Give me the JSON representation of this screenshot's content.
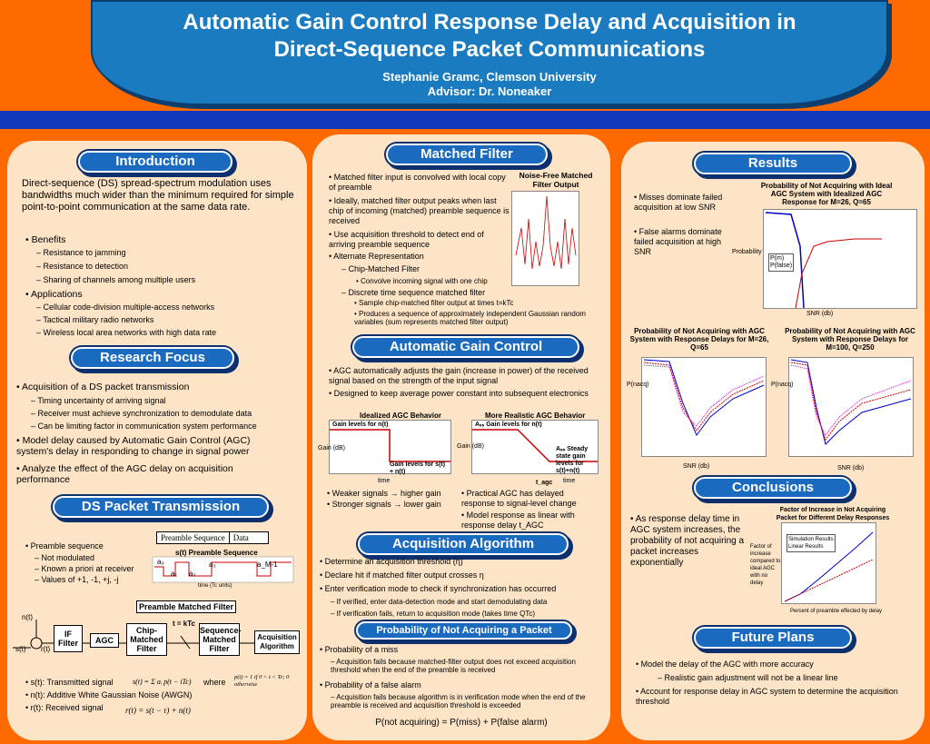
{
  "header": {
    "title_line1": "Automatic Gain Control Response Delay and Acquisition in",
    "title_line2": "Direct-Sequence Packet Communications",
    "author": "Stephanie Gramc, Clemson University",
    "advisor": "Advisor: Dr. Noneaker"
  },
  "intro": {
    "heading": "Introduction",
    "para": "Direct-sequence (DS) spread-spectrum modulation uses bandwidths much wider than the minimum required for simple point-to-point communication at the same data rate.",
    "benefits": "Benefits",
    "benefit_items": [
      "– Resistance to jamming",
      "– Resistance to detection",
      "– Sharing of channels among multiple users"
    ],
    "applications": "Applications",
    "app_items": [
      "– Cellular code-division multiple-access networks",
      "– Tactical military radio networks",
      "– Wireless local area networks with high data rate"
    ]
  },
  "research": {
    "heading": "Research Focus",
    "b1": "Acquisition of a DS packet transmission",
    "b1_items": [
      "– Timing uncertainty of arriving signal",
      "– Receiver must achieve synchronization to demodulate data",
      "– Can be limiting factor in communication system performance"
    ],
    "b2": "Model delay caused by Automatic Gain Control (AGC) system's delay in responding to change in signal power",
    "b3": "Analyze the effect of the AGC delay on acquisition performance"
  },
  "ds": {
    "heading": "DS Packet Transmission",
    "preamble_label": "Preamble Sequence",
    "data_label": "Data",
    "b1": "Preamble sequence",
    "b1_items": [
      "– Not modulated",
      "– Known a priori at receiver",
      "– Values of +1, -1, +j, -j"
    ],
    "seq_title": "s(t) Preamble Sequence",
    "a0": "a₀",
    "a1": "a₁",
    "a2": "a₂",
    "a3": "a₃",
    "aM1": "a_M-1",
    "time_lbl": "time (Tc units)",
    "pmf": "Preamble Matched Filter",
    "tk": "t = kTc",
    "nt": "n(t)",
    "st": "s(t)",
    "rt": "r(t)",
    "if_filter": "IF Filter",
    "agc": "AGC",
    "chip": "Chip-Matched Filter",
    "seqmf": "Sequence-Matched Filter",
    "acq": "Acquisition Algorithm",
    "defs": [
      "s(t): Transmitted signal",
      "n(t): Additive White Gaussian Noise (AWGN)",
      "r(t): Received signal"
    ],
    "where": "where",
    "eq1": "s(t) = Σ aᵢ p(t − iTc)",
    "eq2": "p(t) = 1 if 0 < t < Tc; 0 otherwise",
    "eq3": "r(t) = s(t − τ) + n(t)"
  },
  "mf": {
    "heading": "Matched Filter",
    "chart_title": "Noise-Free Matched Filter Output",
    "b1": "Matched filter input is convolved with local copy of preamble",
    "b2": "Ideally, matched filter output peaks when last chip of incoming (matched) preamble sequence is received",
    "b3": "Use acquisition threshold to detect end of arriving preamble sequence",
    "b4": "Alternate Representation",
    "b4_1": "– Chip-Matched Filter",
    "b4_1a": "• Convolve incoming signal with one chip",
    "b4_2": "– Discrete time sequence matched filter",
    "b4_2a": "• Sample chip-matched filter output at times t=kTc",
    "b4_2b": "• Produces a sequence of approximately independent Gaussian random variables (sum represents matched filter output)"
  },
  "agc": {
    "heading": "Automatic Gain Control",
    "b1": "AGC automatically adjusts the gain (increase in power) of the received signal based on the strength of the input signal",
    "b2": "Designed to keep average power constant into subsequent electronics",
    "ideal_title": "Idealized AGC Behavior",
    "real_title": "More Realistic AGC Behavior",
    "gain_lvl": "Gain levels for n(t)",
    "gain_lvl2": "Gain levels for s(t) + n(t)",
    "ass": "Aₛₛ Gain levels for n(t)",
    "steady": "Aₛₛ Steady state gain levels for s(t)+n(t)",
    "gain": "Gain (dB)",
    "time": "time",
    "tagc": "t_agc",
    "w1": "Weaker signals → higher gain",
    "w2": "Stronger signals → lower gain",
    "p1": "Practical AGC has delayed response to signal-level change",
    "p2": "Model response as linear with response delay t_AGC"
  },
  "acq": {
    "heading": "Acquisition Algorithm",
    "b1": "Determine an acquisition threshold (η)",
    "b2": "Declare hit if matched filter output crosses η",
    "b3": "Enter verification mode to check if synchronization has occurred",
    "b3a": "– If verified, enter data-detection mode and start demodulating data",
    "b3b": "– If verification fails, return to acquisition mode (takes time QTc)",
    "sub": "Probability of Not Acquiring a Packet",
    "c1": "Probability of a miss",
    "c1a": "– Acquisition fails because matched-filter output does not exceed acquisition threshold when the end of the preamble is received",
    "c2": "Probability of a false alarm",
    "c2a": "– Acquisition fails because algorithm is in verification mode when the end of the preamble is received and acquisition threshold is exceeded",
    "formula": "P(not acquiring) = P(miss) + P(false alarm)"
  },
  "results": {
    "heading": "Results",
    "chart1_title": "Probability of Not Acquiring with Ideal AGC System with Idealized AGC Response for M=26, Q=65",
    "b1": "Misses dominate failed acquisition at low SNR",
    "b2": "False alarms dominate failed acquisition at high SNR",
    "chart2_title": "Probability of Not Acquiring with AGC System with Response Delays for M=26, Q=65",
    "chart3_title": "Probability of Not Acquiring with AGC System with Response Delays for M=100, Q=250",
    "ylabel": "Probability",
    "pnacq": "P(nacq)",
    "snr": "SNR (db)",
    "leg1": "P(m)",
    "leg2": "P(false)"
  },
  "conclusions": {
    "heading": "Conclusions",
    "b1": "As response delay time in AGC system increases, the probability of not acquiring a packet increases exponentially",
    "chart_title": "Factor of Increase in Not Acquiring Packet for Different Delay Responses",
    "ylabel": "Factor of increase compared to ideal AGC with no delay",
    "xlabel": "Percent of preamble effected by delay",
    "leg1": "Simulation Results",
    "leg2": "Linear Results"
  },
  "future": {
    "heading": "Future Plans",
    "b1": "Model the delay of the AGC with more accuracy",
    "b1a": "–      Realistic gain adjustment will not be a linear line",
    "b2": "Account for response delay in AGC system to determine the acquisition threshold"
  }
}
